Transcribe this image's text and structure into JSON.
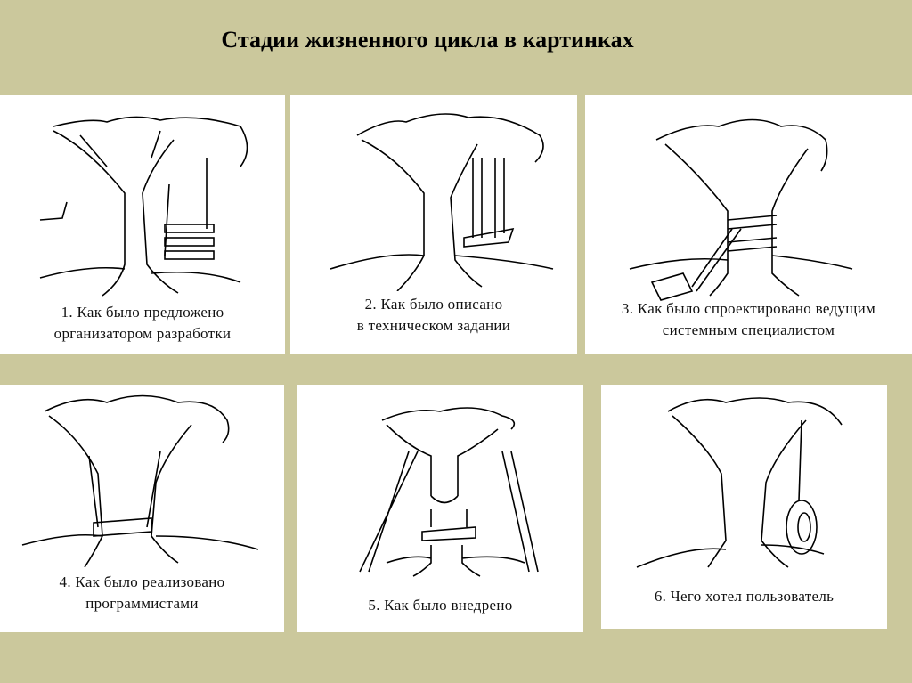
{
  "title": "Стадии жизненного цикла в картинках",
  "panels": [
    {
      "line1": "1. Как было предложено",
      "line2": "организатором разработки",
      "swing": "steps-swing"
    },
    {
      "line1": "2. Как было описано",
      "line2": "в техническом задании",
      "swing": "short-swing"
    },
    {
      "line1": "3. Как было спроектировано ведущим",
      "line2": "системным специалистом",
      "swing": "strapped-swing"
    },
    {
      "line1": "4. Как было реализовано",
      "line2": "программистами",
      "swing": "board-around-trunk"
    },
    {
      "line1": "5. Как было внедрено",
      "line2": "",
      "swing": "frame-swing-cut-tree"
    },
    {
      "line1": "6. Чего хотел пользователь",
      "line2": "",
      "swing": "tire-swing"
    }
  ]
}
